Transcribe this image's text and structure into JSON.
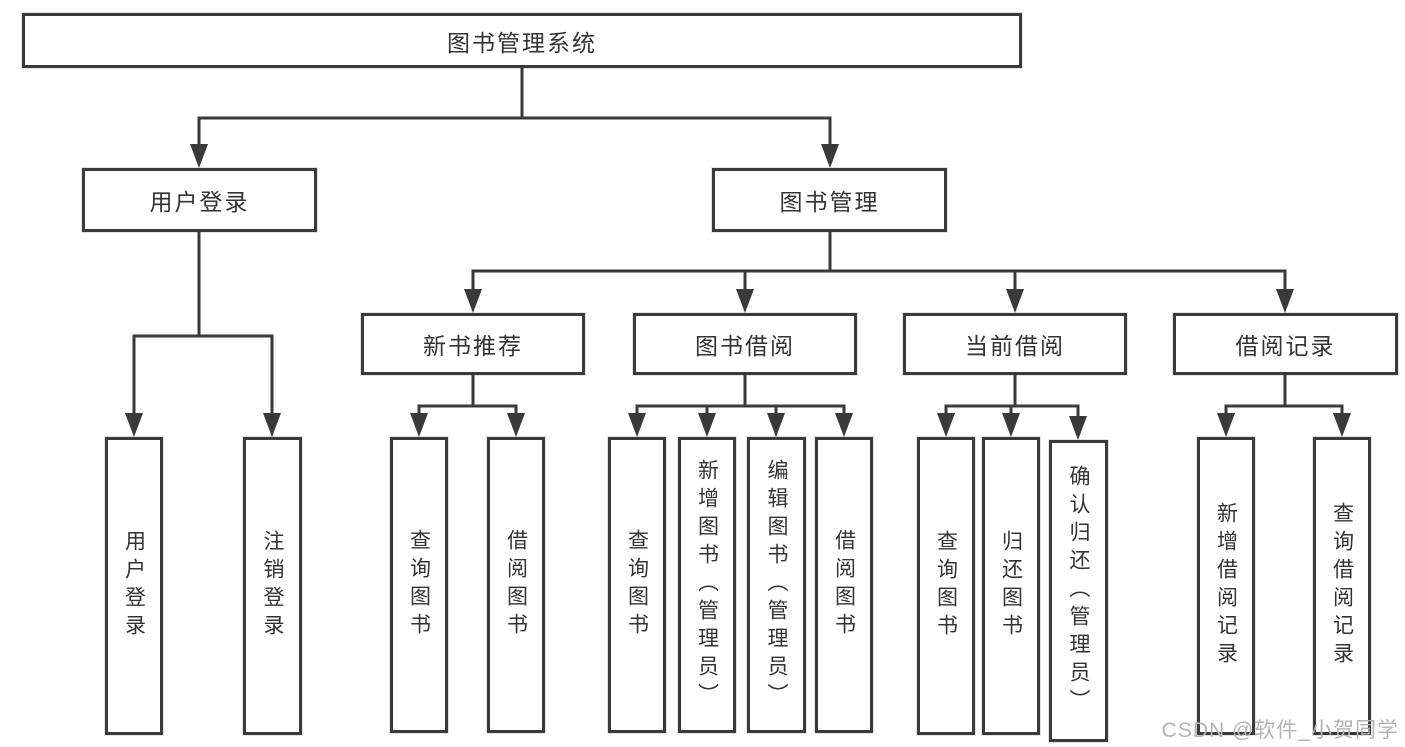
{
  "diagram": {
    "root": {
      "label": "图书管理系统"
    },
    "level2": [
      {
        "label": "用户登录"
      },
      {
        "label": "图书管理"
      }
    ],
    "level3": [
      {
        "label": "新书推荐"
      },
      {
        "label": "图书借阅"
      },
      {
        "label": "当前借阅"
      },
      {
        "label": "借阅记录"
      }
    ],
    "leaves": {
      "user_login": [
        "用户登录",
        "注销登录"
      ],
      "new_books": [
        "查询图书",
        "借阅图书"
      ],
      "borrowing": [
        "查询图书",
        "新增图书（管理员）",
        "编辑图书（管理员）",
        "借阅图书"
      ],
      "current": [
        "查询图书",
        "归还图书",
        "确认归还（管理员）"
      ],
      "records": [
        "新增借阅记录",
        "查询借阅记录"
      ]
    }
  },
  "watermark": "CSDN @软件_小贺同学",
  "colors": {
    "line": "#3a3a3a",
    "text": "#333333",
    "background": "#ffffff",
    "watermark": "#b3b3b3"
  }
}
